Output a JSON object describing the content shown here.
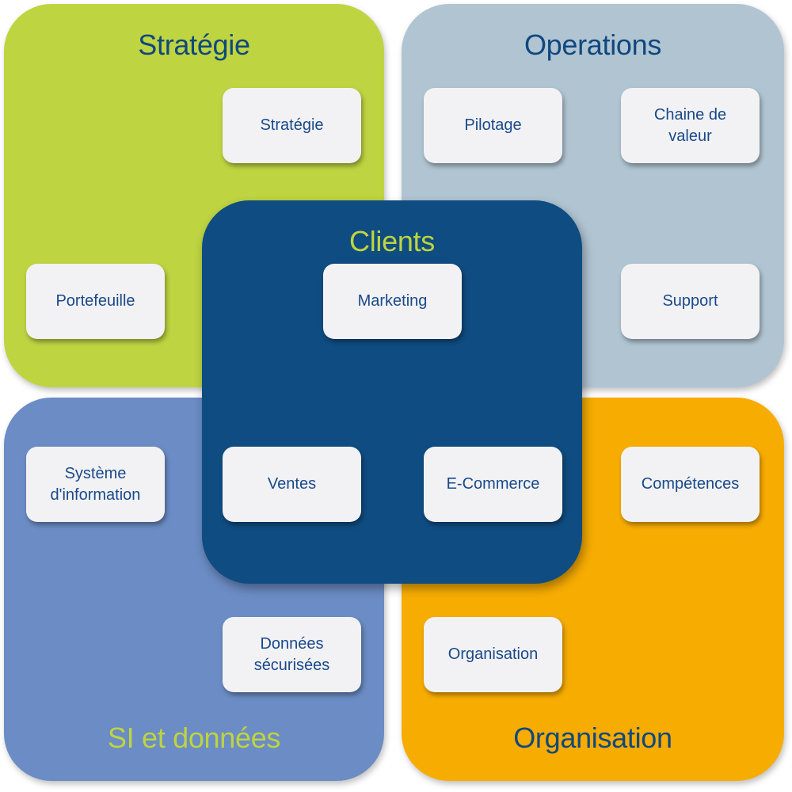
{
  "colors": {
    "strategie": "#bed441",
    "operations": "#b0c4d2",
    "si": "#6b8cc4",
    "organisation": "#f7ac02",
    "clients": "#0f4c81",
    "dark_text": "#10487e",
    "lime_text": "#bed441",
    "box_text": "#19498a"
  },
  "quadrants": {
    "strategie": {
      "title": "Stratégie"
    },
    "operations": {
      "title": "Operations"
    },
    "si": {
      "title": "SI et données"
    },
    "organisation": {
      "title": "Organisation"
    },
    "clients": {
      "title": "Clients"
    }
  },
  "boxes": {
    "strategie": "Stratégie",
    "portefeuille": "Portefeuille",
    "pilotage": "Pilotage",
    "chaine_valeur": "Chaine de\nvaleur",
    "support": "Support",
    "marketing": "Marketing",
    "ventes": "Ventes",
    "ecommerce": "E-Commerce",
    "systeme_information": "Système\nd'information",
    "donnees_securisees": "Données\nsécurisées",
    "competences": "Compétences",
    "organisation": "Organisation"
  }
}
